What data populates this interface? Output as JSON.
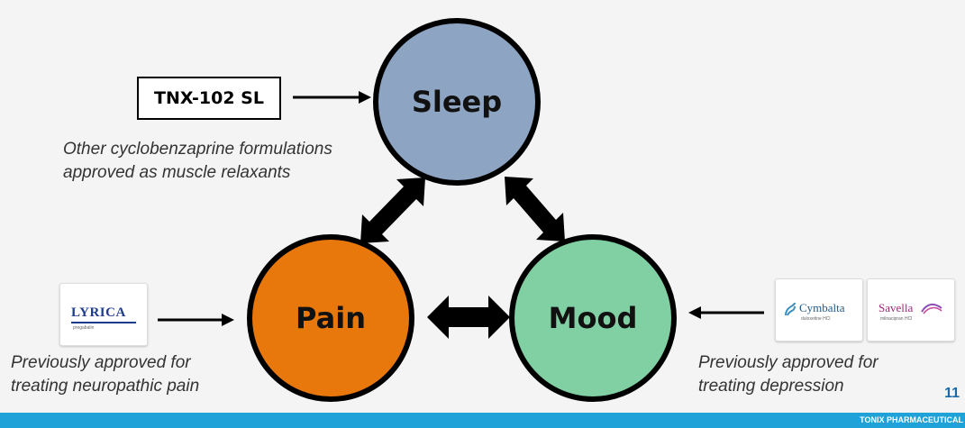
{
  "nodes": {
    "sleep": {
      "label": "Sleep",
      "color": "#8da4c2"
    },
    "pain": {
      "label": "Pain",
      "color": "#e8770c"
    },
    "mood": {
      "label": "Mood",
      "color": "#80d0a4"
    }
  },
  "drug_box": {
    "label": "TNX-102 SL"
  },
  "captions": {
    "sleep_note": [
      "Other cyclobenzaprine formulations",
      "approved as muscle relaxants"
    ],
    "pain_note": [
      "Previously approved for",
      "treating neuropathic pain"
    ],
    "mood_note": [
      "Previously approved for",
      "treating depression"
    ]
  },
  "logos": {
    "lyrica": {
      "name": "LYRICA",
      "sub": "pregabalin"
    },
    "cymbalta": {
      "name": "Cymbalta",
      "sub": "duloxetine HCl"
    },
    "savella": {
      "name": "Savella",
      "sub": "milnacipran HCl"
    }
  },
  "page_number": "11",
  "footer": {
    "company": "TONIX PHARMACEUTICAL"
  },
  "icons": {
    "arrow": "right-arrow-icon",
    "double_arrow": "double-headed-arrow-icon"
  }
}
